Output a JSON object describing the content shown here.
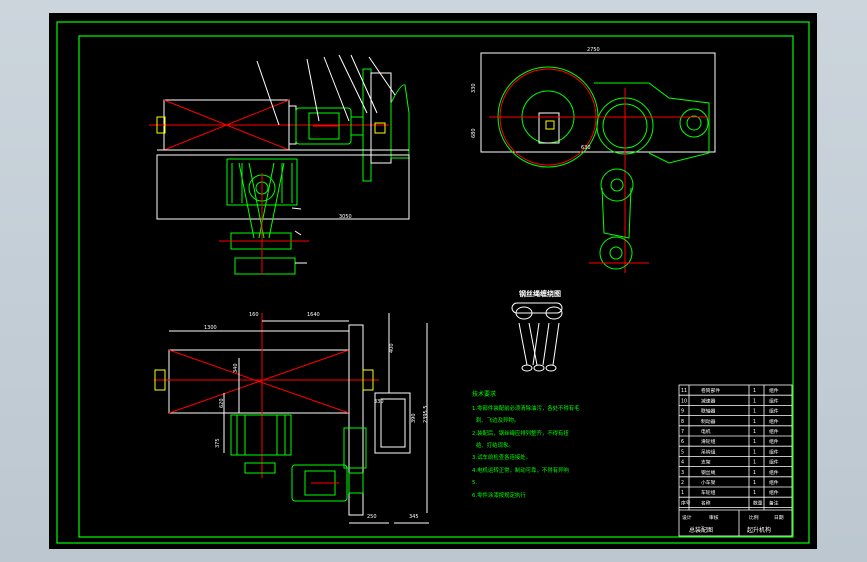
{
  "drawing": {
    "dim_top_left_length": "3050",
    "dim_top_right_width": "2750",
    "dim_right_view_a": "330",
    "dim_right_view_b": "680",
    "dim_right_view_c": "630",
    "rope_diagram_title": "钢丝绳缠绕图",
    "dim_bottom_a": "1300",
    "dim_bottom_b": "160",
    "dim_bottom_c": "1640",
    "dim_bottom_d": "400",
    "dim_bottom_e": "340",
    "dim_bottom_f": "620",
    "dim_bottom_g": "2395.5",
    "dim_bottom_h": "390",
    "dim_bottom_i": "375",
    "dim_bottom_j": "330",
    "dim_bottom_k": "250",
    "dim_bottom_l": "345"
  },
  "notes": {
    "title": "技术要求",
    "lines": [
      "1.零部件装配前必须清除油污，各处不得有毛",
      "刺、飞边及异物。",
      "2.装配后，钢丝绳应排列整齐，不得有扭",
      "结、打结现象。",
      "3.试车前检查各连接处。",
      "4.电机运转正常，制动可靠，不得有异响",
      "5.",
      "6.零件涂漆按规定执行"
    ]
  },
  "title_block": {
    "parts": [
      {
        "no": "11",
        "name": "卷筒部件",
        "qty": "1",
        "remark": "组件"
      },
      {
        "no": "10",
        "name": "减速器",
        "qty": "1",
        "remark": "组件"
      },
      {
        "no": "9",
        "name": "联轴器",
        "qty": "1",
        "remark": "组件"
      },
      {
        "no": "8",
        "name": "制动器",
        "qty": "1",
        "remark": "组件"
      },
      {
        "no": "7",
        "name": "电机",
        "qty": "1",
        "remark": "组件"
      },
      {
        "no": "6",
        "name": "滑轮组",
        "qty": "1",
        "remark": "组件"
      },
      {
        "no": "5",
        "name": "吊钩组",
        "qty": "1",
        "remark": "组件"
      },
      {
        "no": "4",
        "name": "支架",
        "qty": "1",
        "remark": "组件"
      },
      {
        "no": "3",
        "name": "钢丝绳",
        "qty": "1",
        "remark": "组件"
      },
      {
        "no": "2",
        "name": "小车架",
        "qty": "1",
        "remark": "组件"
      },
      {
        "no": "1",
        "name": "车轮组",
        "qty": "1",
        "remark": "组件"
      }
    ],
    "header": {
      "no": "序号",
      "name": "名称",
      "qty": "数量",
      "remark": "备注"
    },
    "row_design": "设计",
    "row_check": "审核",
    "row_date": "日期",
    "ratio": "比例",
    "drawing_title": "总装配图",
    "company": "起升机构"
  },
  "colors": {
    "frame": "#00ff00",
    "line_white": "#ffffff",
    "line_red": "#ff0000",
    "line_yellow": "#ffff00",
    "line_cyan": "#00ffff"
  }
}
